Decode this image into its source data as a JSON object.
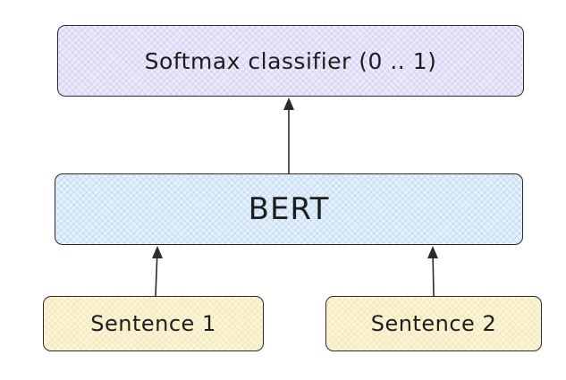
{
  "diagram": {
    "nodes": {
      "softmax": {
        "label": "Softmax classifier (0 .. 1)",
        "fill": "#ece9fb"
      },
      "bert": {
        "label": "BERT",
        "fill": "#e4f0fb"
      },
      "sentence1": {
        "label": "Sentence 1",
        "fill": "#fbf4d7"
      },
      "sentence2": {
        "label": "Sentence 2",
        "fill": "#fbf4d7"
      }
    },
    "edges": [
      {
        "from": "sentence1",
        "to": "bert"
      },
      {
        "from": "sentence2",
        "to": "bert"
      },
      {
        "from": "bert",
        "to": "softmax"
      }
    ],
    "stroke_color": "#2b2b2b"
  }
}
